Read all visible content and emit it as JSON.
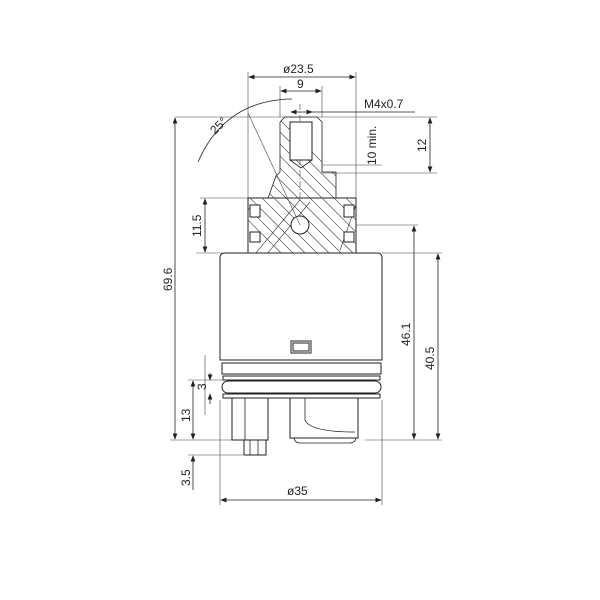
{
  "drawing": {
    "dimensions": {
      "top_diameter": "ø23.5",
      "stem_width": "9",
      "thread": "M4x0.7",
      "thread_depth": "10 min.",
      "stem_height": "12",
      "rotation_angle": "25°",
      "upper_height": "11.5",
      "total_height": "69.6",
      "body_height_a": "46.1",
      "body_height_b": "40.5",
      "seal_height": "3",
      "base_height": "13",
      "pin_height": "3.5",
      "body_diameter": "ø35"
    },
    "line_color": "#222222"
  }
}
